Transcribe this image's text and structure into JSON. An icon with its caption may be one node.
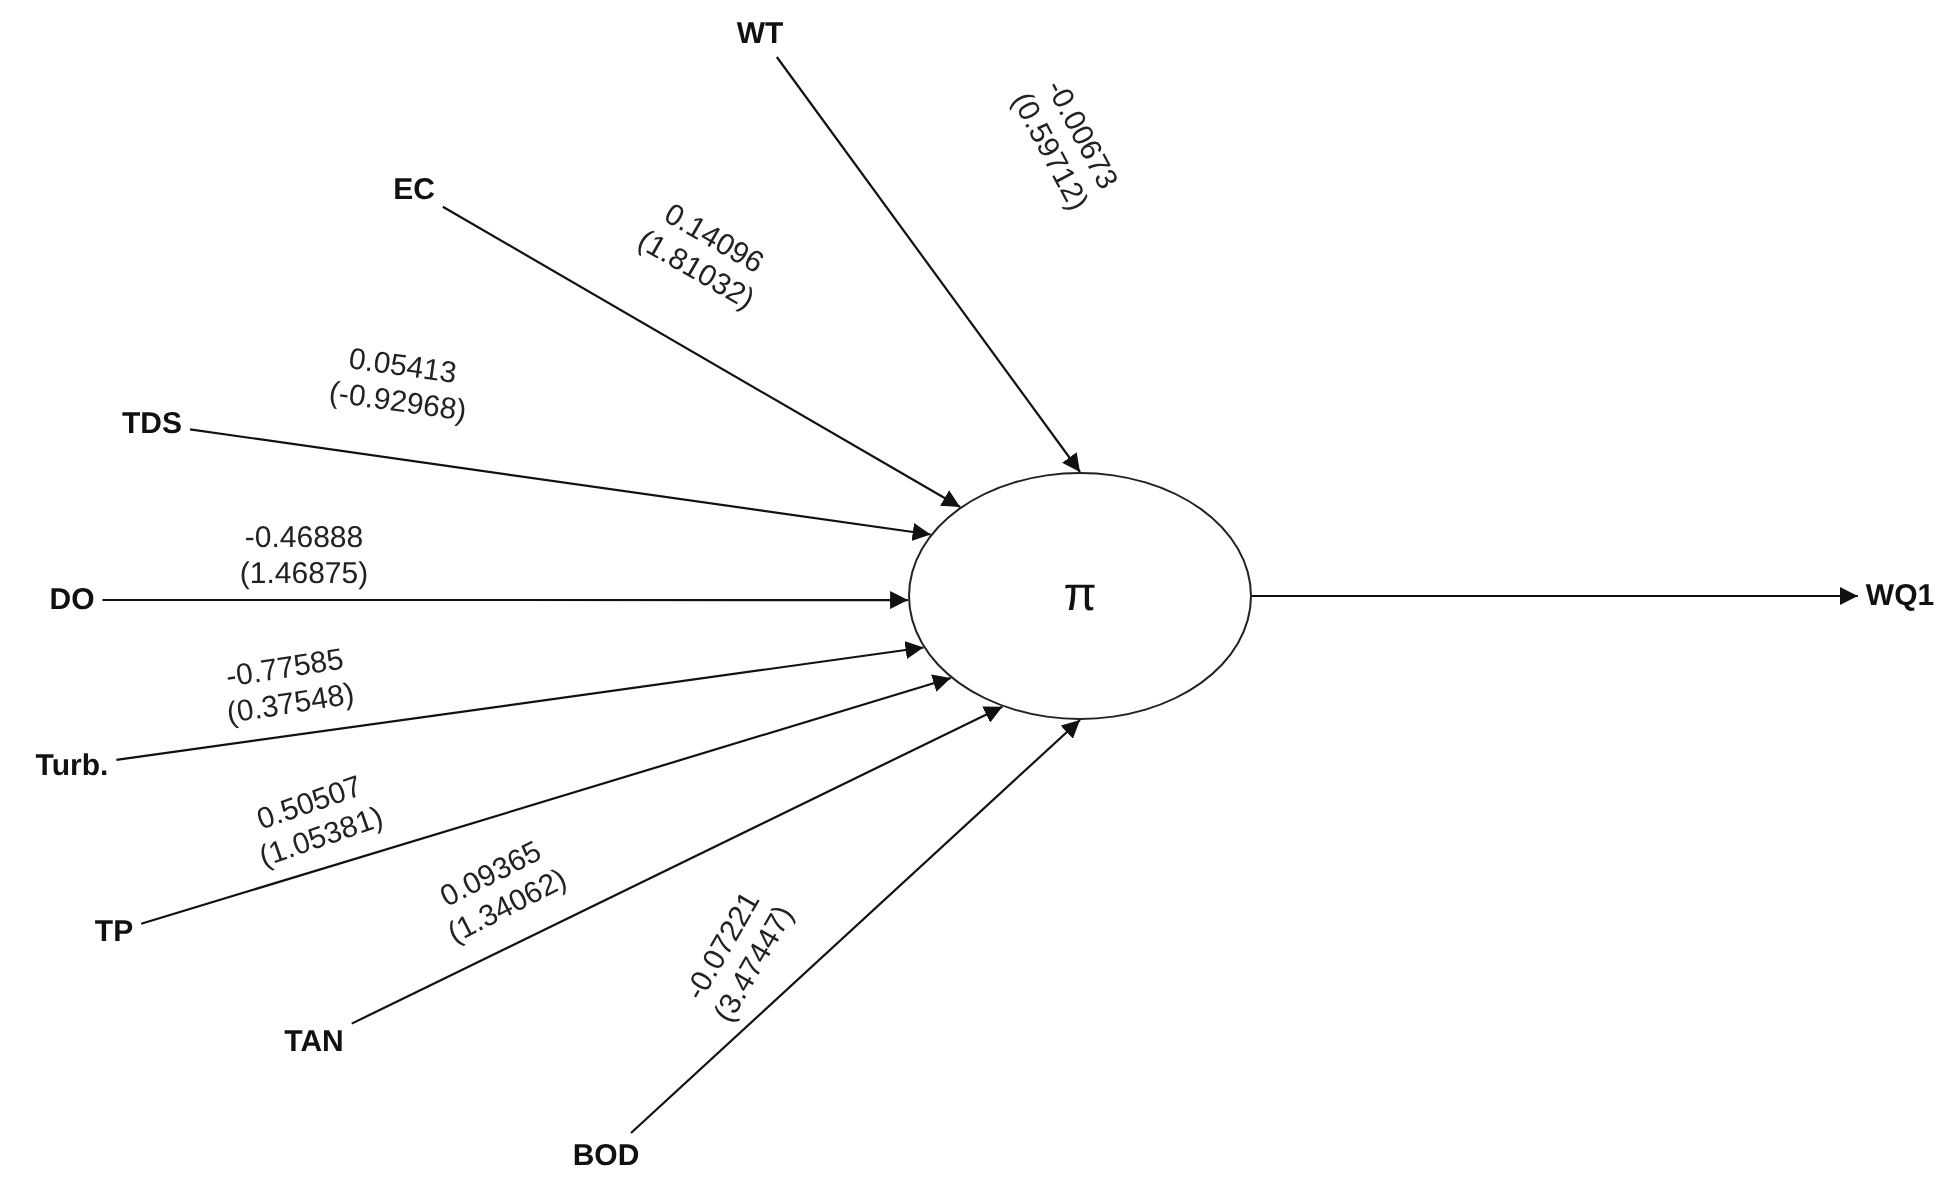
{
  "diagram": {
    "nodes": [
      {
        "text": [
          "WT"
        ]
      },
      {
        "text": [
          "EC"
        ]
      },
      {
        "text": [
          "TDS"
        ]
      },
      {
        "text": [
          "DO"
        ]
      },
      {
        "text": [
          "Turb."
        ]
      },
      {
        "text": [
          "TP"
        ]
      },
      {
        "text": [
          "TAN"
        ]
      },
      {
        "text": [
          "BOD"
        ]
      },
      {
        "text": [
          "π"
        ]
      },
      {
        "text": [
          "WQ1"
        ]
      }
    ],
    "edges": [
      {
        "from": 0,
        "to": 8,
        "arrow": "to",
        "label": "-0.00673 (0.59712)"
      },
      {
        "from": 1,
        "to": 8,
        "arrow": "to",
        "label": "0.14096 (1.81032)"
      },
      {
        "from": 2,
        "to": 8,
        "arrow": "to",
        "label": "0.05413 (-0.92968)"
      },
      {
        "from": 3,
        "to": 8,
        "arrow": "to",
        "label": "-0.46888 (1.46875)"
      },
      {
        "from": 4,
        "to": 8,
        "arrow": "to",
        "label": "-0.77585 (0.37548)"
      },
      {
        "from": 5,
        "to": 8,
        "arrow": "to",
        "label": "0.50507 (1.05381)"
      },
      {
        "from": 6,
        "to": 8,
        "arrow": "to",
        "label": "0.09365 (1.34062)"
      },
      {
        "from": 7,
        "to": 8,
        "arrow": "to",
        "label": "-0.07221 (3.47447)"
      },
      {
        "from": 8,
        "to": 9,
        "arrow": "to"
      }
    ]
  }
}
